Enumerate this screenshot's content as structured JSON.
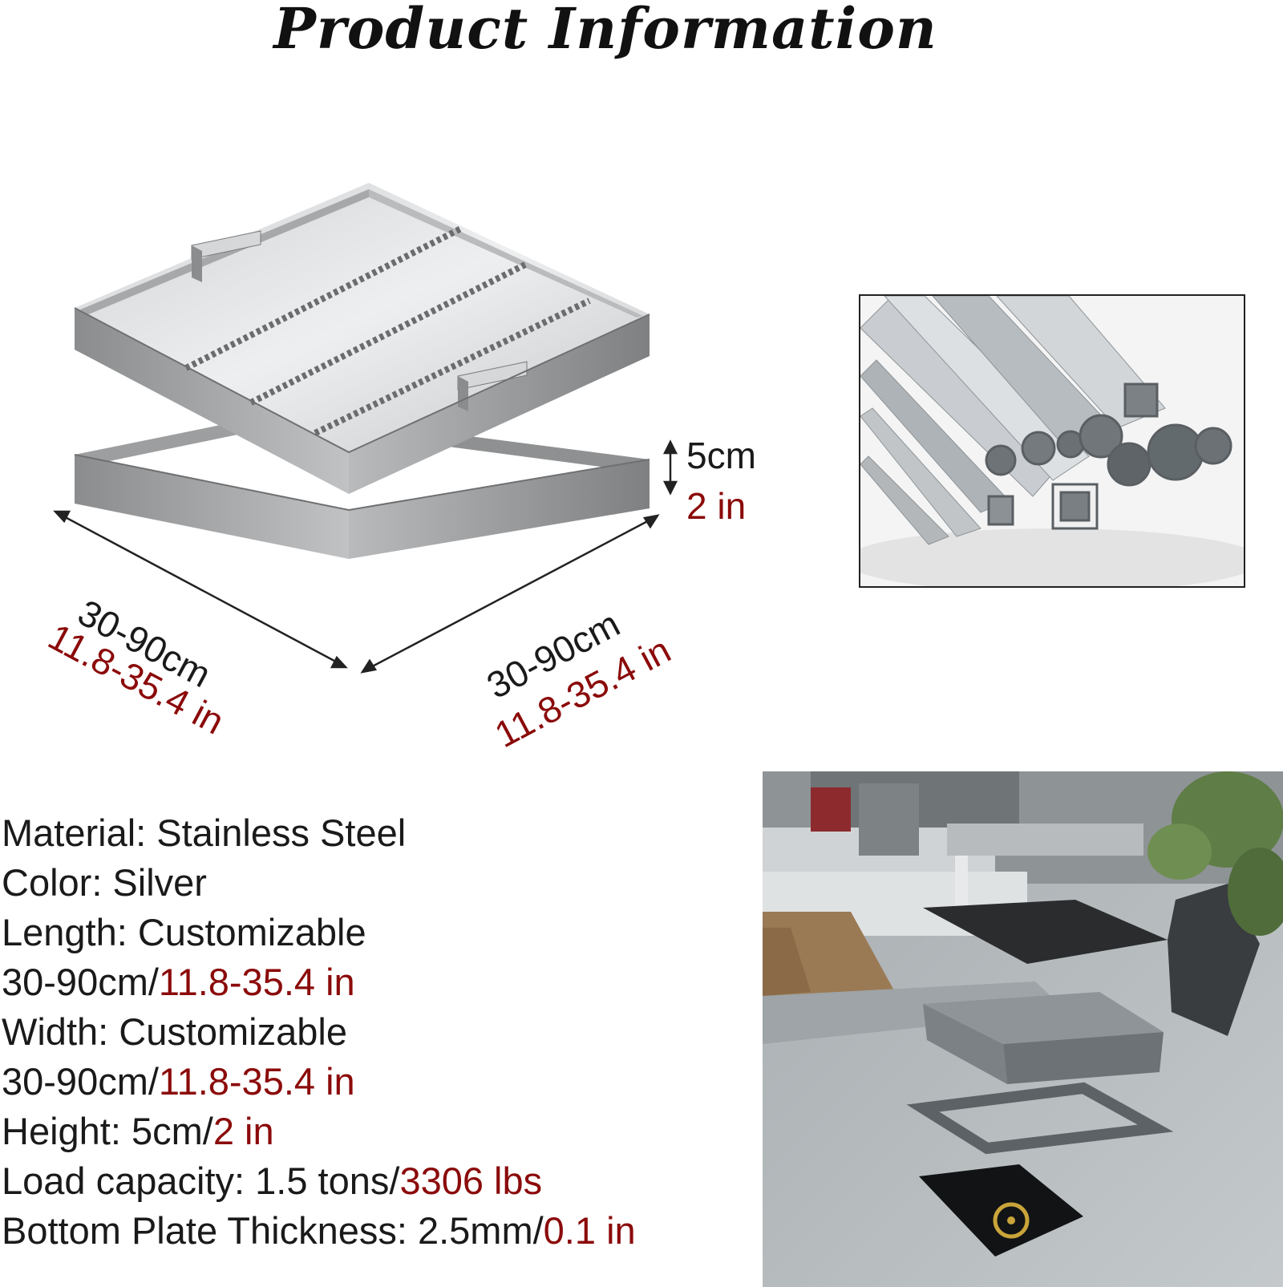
{
  "title": "Product Information",
  "dimensions": {
    "height_cm": "5cm",
    "height_in": "2 in",
    "length_cm": "30-90cm",
    "length_in": "11.8-35.4 in",
    "width_cm": "30-90cm",
    "width_in": "11.8-35.4 in"
  },
  "specs": [
    {
      "label": "Material: Stainless Steel",
      "red": ""
    },
    {
      "label": "Color: Silver",
      "red": ""
    },
    {
      "label": "Length: Customizable",
      "red": ""
    },
    {
      "label": "30-90cm/",
      "red": "11.8-35.4 in"
    },
    {
      "label": "Width: Customizable",
      "red": ""
    },
    {
      "label": "30-90cm/",
      "red": "11.8-35.4 in"
    },
    {
      "label": "Height: 5cm/",
      "red": "2 in"
    },
    {
      "label": "Load capacity: 1.5 tons/",
      "red": "3306 lbs"
    },
    {
      "label": "Bottom Plate Thickness: 2.5mm/",
      "red": "0.1 in"
    }
  ],
  "colors": {
    "accent_red": "#8b0a0a",
    "text": "#1a1a1a",
    "steel": "#a9abad"
  }
}
